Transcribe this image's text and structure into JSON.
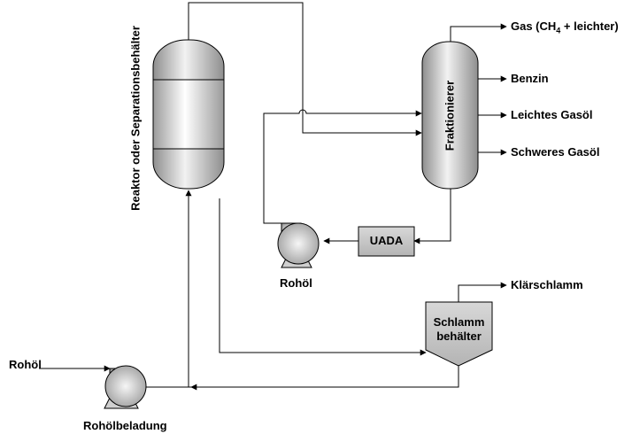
{
  "reactor": {
    "label": "Reaktor oder Separationsbehälter"
  },
  "fractionator": {
    "label": "Fraktionierer"
  },
  "outputs": {
    "gas_prefix": "Gas (CH",
    "gas_sub": "4",
    "gas_suffix": " + leichter)",
    "benzin": "Benzin",
    "leichtes_gasoel": "Leichtes Gasöl",
    "schweres_gasoel": "Schweres Gasöl"
  },
  "uada": {
    "label": "UADA"
  },
  "pump_rohoel": {
    "label": "Rohöl"
  },
  "sludge_tank": {
    "line1": "Schlamm",
    "line2": "behälter"
  },
  "klaerschlamm": {
    "label": "Klärschlamm"
  },
  "feed": {
    "label": "Rohöl"
  },
  "pump_feed": {
    "label": "Rohölbeladung"
  }
}
